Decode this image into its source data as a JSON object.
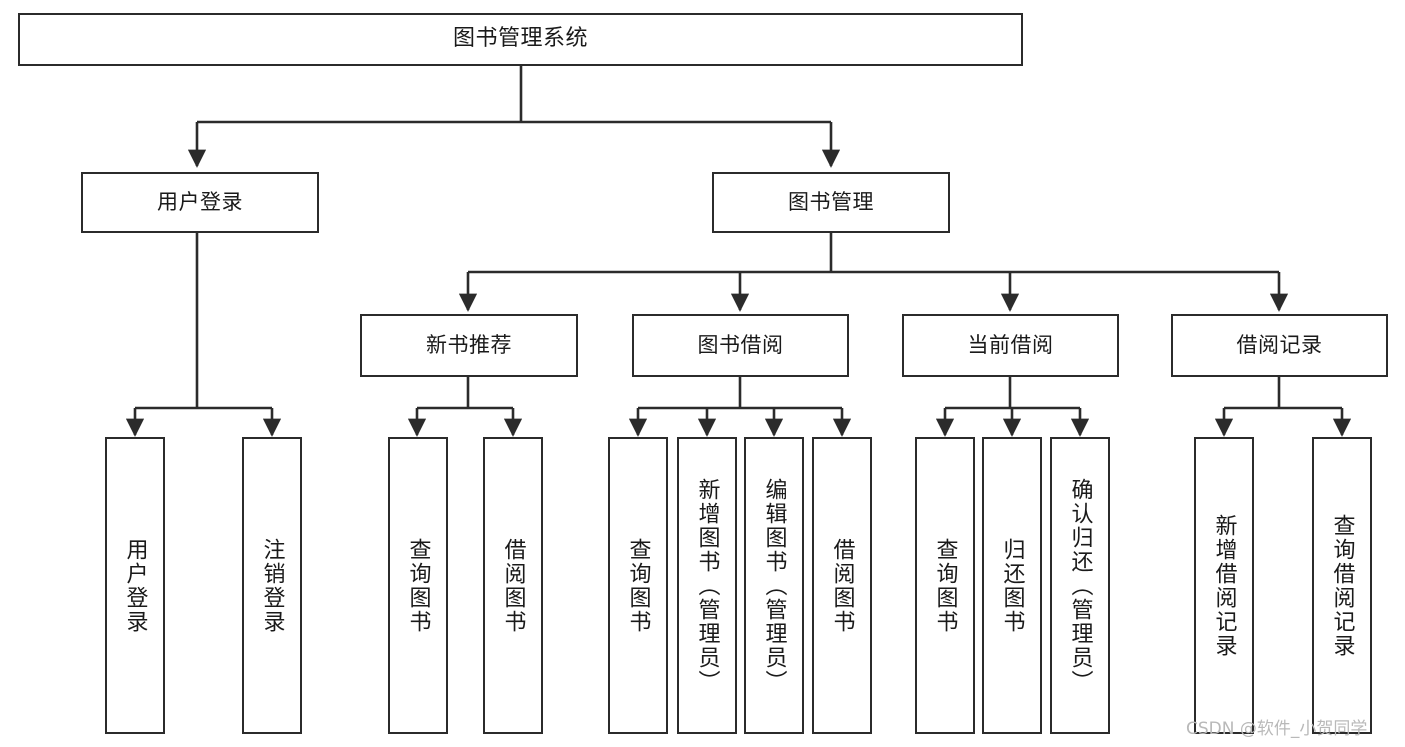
{
  "diagram": {
    "title": "图书管理系统",
    "type": "tree-hierarchy-diagram",
    "watermark": "CSDN @软件_小贺同学",
    "colors": {
      "border": "#2b2b2b",
      "background": "#ffffff",
      "text": "#1a1a1a",
      "watermark": "#b9b9b9"
    },
    "nodes": {
      "root": {
        "label": "图书管理系统"
      },
      "level2": [
        {
          "label": "用户登录"
        },
        {
          "label": "图书管理"
        }
      ],
      "level3": [
        {
          "label": "新书推荐"
        },
        {
          "label": "图书借阅"
        },
        {
          "label": "当前借阅"
        },
        {
          "label": "借阅记录"
        }
      ],
      "leaves": {
        "user_login": [
          {
            "label": "用户登录"
          },
          {
            "label": "注销登录"
          }
        ],
        "new_book_recommend": [
          {
            "label": "查询图书"
          },
          {
            "label": "借阅图书"
          }
        ],
        "book_borrow": [
          {
            "label": "查询图书"
          },
          {
            "label": "新增图书（管理员）"
          },
          {
            "label": "编辑图书（管理员）"
          },
          {
            "label": "借阅图书"
          }
        ],
        "current_borrow": [
          {
            "label": "查询图书"
          },
          {
            "label": "归还图书"
          },
          {
            "label": "确认归还（管理员）"
          }
        ],
        "borrow_record": [
          {
            "label": "新增借阅记录"
          },
          {
            "label": "查询借阅记录"
          }
        ]
      }
    }
  }
}
